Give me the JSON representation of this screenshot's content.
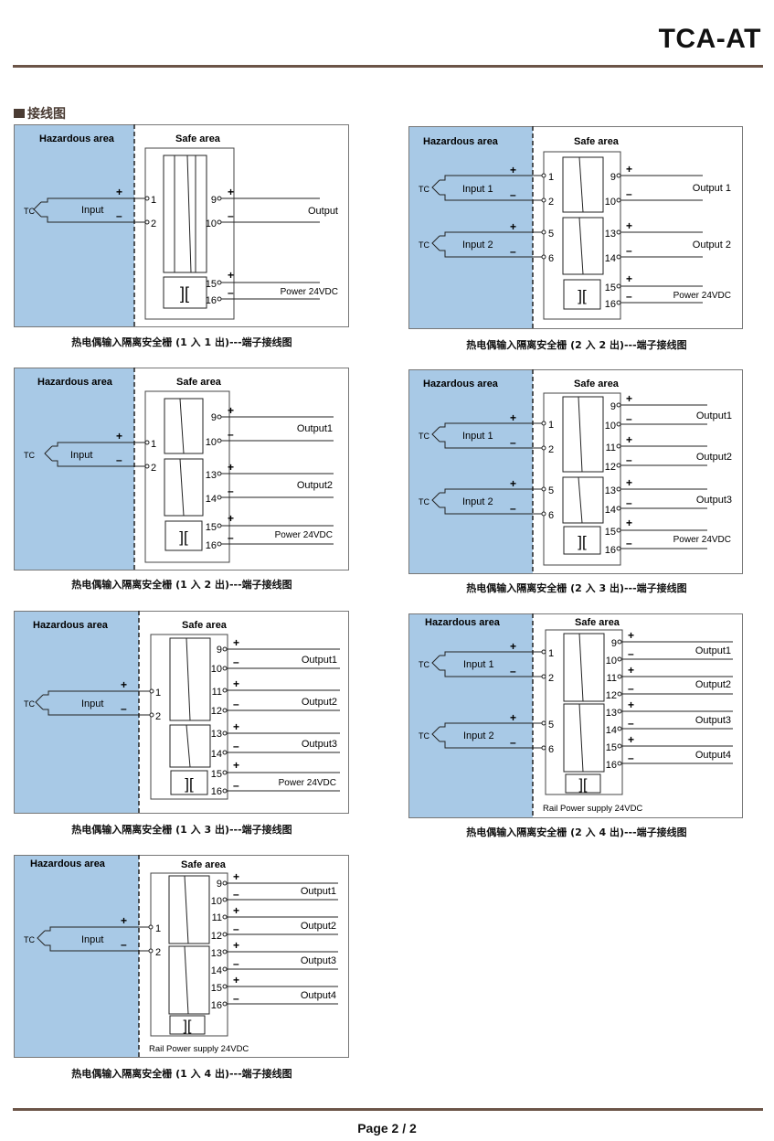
{
  "header": {
    "title": "TCA-AT"
  },
  "section": {
    "title": "接线图"
  },
  "common": {
    "hazardous": "Hazardous area",
    "safe": "Safe area",
    "tc": "TC",
    "input": "Input",
    "input1": "Input 1",
    "input2": "Input 2",
    "output": "Output",
    "output1": "Output1",
    "output2": "Output2",
    "output3": "Output3",
    "output4": "Output4",
    "output1s": "Output 1",
    "output2s": "Output 2",
    "power": "Power 24VDC",
    "rail_power": "Rail Power supply 24VDC",
    "plus": "+",
    "minus": "–",
    "t1": "1",
    "t2": "2",
    "t5": "5",
    "t6": "6",
    "t9": "9",
    "t10": "10",
    "t11": "11",
    "t12": "12",
    "t13": "13",
    "t14": "14",
    "t15": "15",
    "t16": "16"
  },
  "captions": {
    "d1": "热电偶输入隔离安全栅 (1 入 1 出)---端子接线图",
    "d2": "热电偶输入隔离安全栅 (2 入 2 出)---端子接线图",
    "d3": "热电偶输入隔离安全栅 (1 入 2 出)---端子接线图",
    "d4": "热电偶输入隔离安全栅 (2 入 3 出)---端子接线图",
    "d5": "热电偶输入隔离安全栅 (1 入 3 出)---端子接线图",
    "d6": "热电偶输入隔离安全栅 (2 入 4 出)---端子接线图",
    "d7": "热电偶输入隔离安全栅 (1 入 4 出)---端子接线图"
  },
  "footer": {
    "page": "Page 2 / 2"
  }
}
